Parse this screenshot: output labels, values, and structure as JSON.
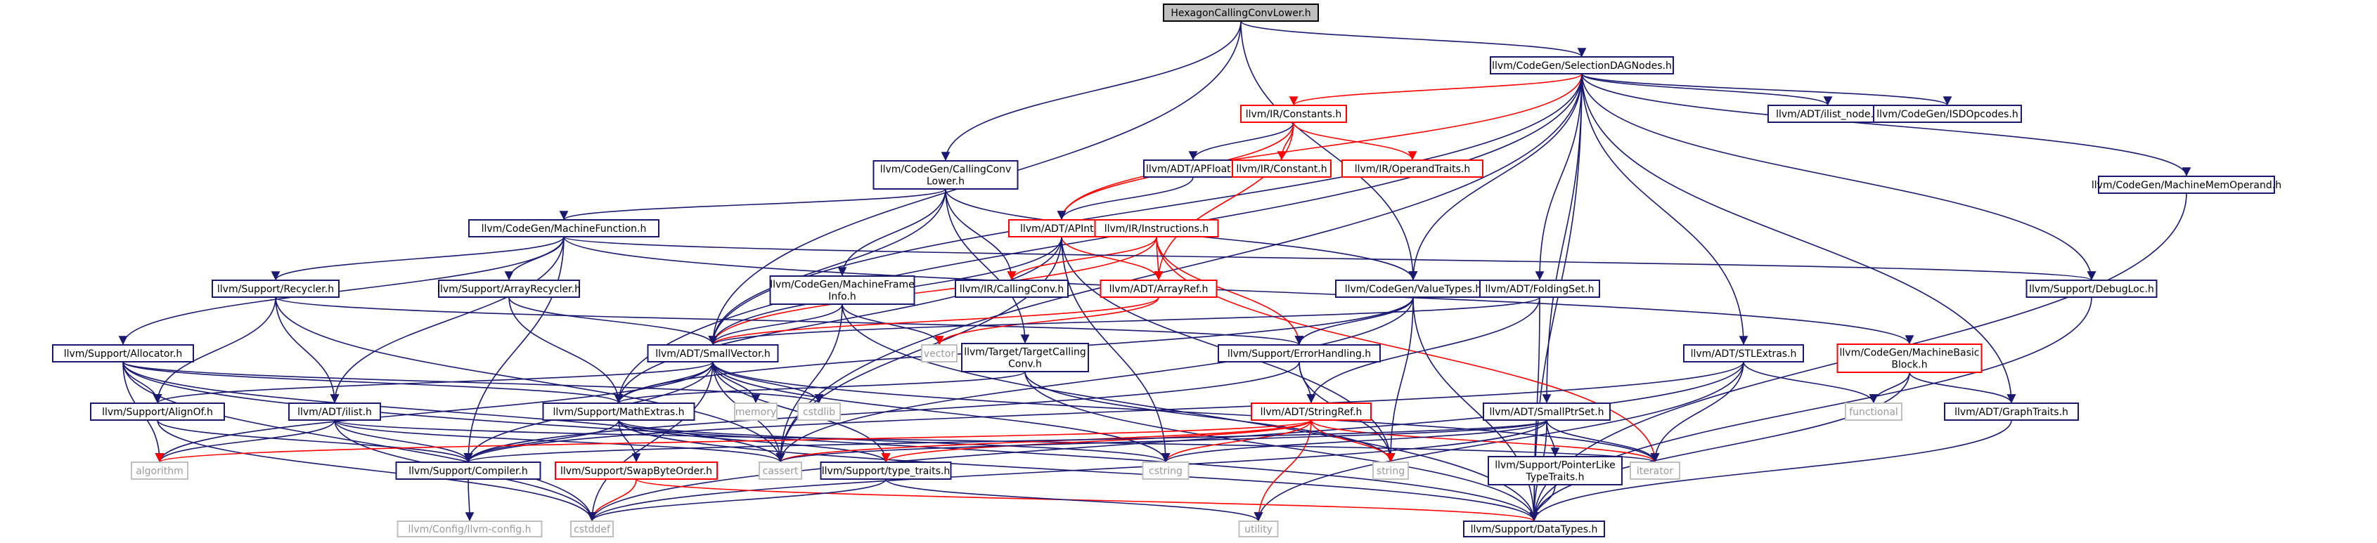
{
  "colors": {
    "black": "#191970",
    "red": "#ff0000",
    "gray": "#bfbfbf",
    "root_fill": "#bfbfbf",
    "edge": "#191970"
  },
  "nodes": {
    "root": {
      "lines": [
        "HexagonCallingConvLower.h"
      ],
      "type": "root"
    },
    "seldag": {
      "lines": [
        "llvm/CodeGen/SelectionDAGNodes.h"
      ],
      "type": "black"
    },
    "irconst": {
      "lines": [
        "llvm/IR/Constants.h"
      ],
      "type": "red"
    },
    "adtapfloat": {
      "lines": [
        "llvm/ADT/APFloat.h"
      ],
      "type": "black"
    },
    "irconstant": {
      "lines": [
        "llvm/IR/Constant.h"
      ],
      "type": "red"
    },
    "iroptraits": {
      "lines": [
        "llvm/IR/OperandTraits.h"
      ],
      "type": "red"
    },
    "ilistnode": {
      "lines": [
        "llvm/ADT/ilist_node.h"
      ],
      "type": "black"
    },
    "isdopcodes": {
      "lines": [
        "llvm/CodeGen/ISDOpcodes.h"
      ],
      "type": "black"
    },
    "machmemop": {
      "lines": [
        "llvm/CodeGen/MachineMemOperand.h"
      ],
      "type": "black"
    },
    "ccl": {
      "lines": [
        "llvm/CodeGen/CallingConv",
        "Lower.h"
      ],
      "type": "black"
    },
    "apint": {
      "lines": [
        "llvm/ADT/APInt.h"
      ],
      "type": "red"
    },
    "irinstr": {
      "lines": [
        "llvm/IR/Instructions.h"
      ],
      "type": "red"
    },
    "machfunc": {
      "lines": [
        "llvm/CodeGen/MachineFunction.h"
      ],
      "type": "black"
    },
    "debugloc": {
      "lines": [
        "llvm/Support/DebugLoc.h"
      ],
      "type": "black"
    },
    "recycler": {
      "lines": [
        "llvm/Support/Recycler.h"
      ],
      "type": "black"
    },
    "arrrecycler": {
      "lines": [
        "llvm/Support/ArrayRecycler.h"
      ],
      "type": "black"
    },
    "mfi": {
      "lines": [
        "llvm/CodeGen/MachineFrame",
        "Info.h"
      ],
      "type": "black"
    },
    "ircallconv": {
      "lines": [
        "llvm/IR/CallingConv.h"
      ],
      "type": "black"
    },
    "arrayref": {
      "lines": [
        "llvm/ADT/ArrayRef.h"
      ],
      "type": "red"
    },
    "valuetypes": {
      "lines": [
        "llvm/CodeGen/ValueTypes.h"
      ],
      "type": "black"
    },
    "foldingset": {
      "lines": [
        "llvm/ADT/FoldingSet.h"
      ],
      "type": "black"
    },
    "mbb": {
      "lines": [
        "llvm/CodeGen/MachineBasic",
        "Block.h"
      ],
      "type": "red"
    },
    "allocator": {
      "lines": [
        "llvm/Support/Allocator.h"
      ],
      "type": "black"
    },
    "smallvec": {
      "lines": [
        "llvm/ADT/SmallVector.h"
      ],
      "type": "black"
    },
    "vector": {
      "lines": [
        "vector"
      ],
      "type": "gray"
    },
    "ttcc": {
      "lines": [
        "llvm/Target/TargetCalling",
        "Conv.h"
      ],
      "type": "black"
    },
    "errhandling": {
      "lines": [
        "llvm/Support/ErrorHandling.h"
      ],
      "type": "black"
    },
    "stlextras": {
      "lines": [
        "llvm/ADT/STLExtras.h"
      ],
      "type": "black"
    },
    "alignof": {
      "lines": [
        "llvm/Support/AlignOf.h"
      ],
      "type": "black"
    },
    "ilist": {
      "lines": [
        "llvm/ADT/ilist.h"
      ],
      "type": "black"
    },
    "memory": {
      "lines": [
        "memory"
      ],
      "type": "gray"
    },
    "cstdlib": {
      "lines": [
        "cstdlib"
      ],
      "type": "gray"
    },
    "mathextras": {
      "lines": [
        "llvm/Support/MathExtras.h"
      ],
      "type": "black"
    },
    "stringref": {
      "lines": [
        "llvm/ADT/StringRef.h"
      ],
      "type": "red"
    },
    "smallptrset": {
      "lines": [
        "llvm/ADT/SmallPtrSet.h"
      ],
      "type": "black"
    },
    "functional": {
      "lines": [
        "functional"
      ],
      "type": "gray"
    },
    "graphtraits": {
      "lines": [
        "llvm/ADT/GraphTraits.h"
      ],
      "type": "black"
    },
    "algorithm": {
      "lines": [
        "algorithm"
      ],
      "type": "gray"
    },
    "compiler": {
      "lines": [
        "llvm/Support/Compiler.h"
      ],
      "type": "black"
    },
    "cassert": {
      "lines": [
        "cassert"
      ],
      "type": "gray"
    },
    "swapbyte": {
      "lines": [
        "llvm/Support/SwapByteOrder.h"
      ],
      "type": "red"
    },
    "typetraits": {
      "lines": [
        "llvm/Support/type_traits.h"
      ],
      "type": "black"
    },
    "cstring": {
      "lines": [
        "cstring"
      ],
      "type": "gray"
    },
    "string": {
      "lines": [
        "string"
      ],
      "type": "gray"
    },
    "ptrlike": {
      "lines": [
        "llvm/Support/PointerLike",
        "TypeTraits.h"
      ],
      "type": "black"
    },
    "iterator": {
      "lines": [
        "iterator"
      ],
      "type": "gray"
    },
    "llvmconfig": {
      "lines": [
        "llvm/Config/llvm-config.h"
      ],
      "type": "gray"
    },
    "cstddef": {
      "lines": [
        "cstddef"
      ],
      "type": "gray"
    },
    "utility": {
      "lines": [
        "utility"
      ],
      "type": "gray"
    },
    "datatypes": {
      "lines": [
        "llvm/Support/DataTypes.h"
      ],
      "type": "black"
    }
  },
  "edges": [
    [
      "root",
      "seldag",
      "black"
    ],
    [
      "root",
      "ccl",
      "black"
    ],
    [
      "root",
      "smallvec",
      "black"
    ],
    [
      "root",
      "valuetypes",
      "black"
    ],
    [
      "seldag",
      "irconst",
      "red"
    ],
    [
      "seldag",
      "ilistnode",
      "black"
    ],
    [
      "seldag",
      "isdopcodes",
      "black"
    ],
    [
      "seldag",
      "machmemop",
      "black"
    ],
    [
      "seldag",
      "apint",
      "red"
    ],
    [
      "seldag",
      "valuetypes",
      "black"
    ],
    [
      "seldag",
      "foldingset",
      "black"
    ],
    [
      "seldag",
      "stlextras",
      "black"
    ],
    [
      "seldag",
      "smallptrset",
      "black"
    ],
    [
      "seldag",
      "graphtraits",
      "black"
    ],
    [
      "seldag",
      "debugloc",
      "black"
    ],
    [
      "seldag",
      "datatypes",
      "black"
    ],
    [
      "seldag",
      "cassert",
      "black"
    ],
    [
      "seldag",
      "smallvec",
      "black"
    ],
    [
      "seldag",
      "mathextras",
      "black"
    ],
    [
      "irconst",
      "adtapfloat",
      "black"
    ],
    [
      "irconst",
      "irconstant",
      "red"
    ],
    [
      "irconst",
      "iroptraits",
      "red"
    ],
    [
      "irconst",
      "apint",
      "red"
    ],
    [
      "irconst",
      "arrayref",
      "red"
    ],
    [
      "adtapfloat",
      "apint",
      "black"
    ],
    [
      "machmemop",
      "datatypes",
      "black"
    ],
    [
      "ccl",
      "machfunc",
      "black"
    ],
    [
      "ccl",
      "mfi",
      "black"
    ],
    [
      "ccl",
      "ircallconv",
      "black"
    ],
    [
      "ccl",
      "ttcc",
      "black"
    ],
    [
      "ccl",
      "valuetypes",
      "black"
    ],
    [
      "ccl",
      "smallvec",
      "black"
    ],
    [
      "apint",
      "arrayref",
      "red"
    ],
    [
      "apint",
      "mathextras",
      "black"
    ],
    [
      "apint",
      "smallvec",
      "black"
    ],
    [
      "apint",
      "cassert",
      "black"
    ],
    [
      "apint",
      "cstring",
      "black"
    ],
    [
      "apint",
      "string",
      "black"
    ],
    [
      "irinstr",
      "ircallconv",
      "red"
    ],
    [
      "irinstr",
      "arrayref",
      "red"
    ],
    [
      "irinstr",
      "errhandling",
      "red"
    ],
    [
      "irinstr",
      "iterator",
      "red"
    ],
    [
      "irinstr",
      "smallvec",
      "red"
    ],
    [
      "machfunc",
      "recycler",
      "black"
    ],
    [
      "machfunc",
      "arrrecycler",
      "black"
    ],
    [
      "machfunc",
      "allocator",
      "black"
    ],
    [
      "machfunc",
      "ilist",
      "black"
    ],
    [
      "machfunc",
      "debugloc",
      "black"
    ],
    [
      "machfunc",
      "mbb",
      "black"
    ],
    [
      "machfunc",
      "compiler",
      "black"
    ],
    [
      "debugloc",
      "datatypes",
      "black"
    ],
    [
      "recycler",
      "alignof",
      "black"
    ],
    [
      "recycler",
      "ilist",
      "black"
    ],
    [
      "recycler",
      "errhandling",
      "black"
    ],
    [
      "recycler",
      "cassert",
      "black"
    ],
    [
      "arrrecycler",
      "smallvec",
      "black"
    ],
    [
      "arrrecycler",
      "mathextras",
      "black"
    ],
    [
      "mfi",
      "smallvec",
      "black"
    ],
    [
      "mfi",
      "vector",
      "black"
    ],
    [
      "mfi",
      "datatypes",
      "black"
    ],
    [
      "mfi",
      "cassert",
      "black"
    ],
    [
      "arrayref",
      "smallvec",
      "red"
    ],
    [
      "arrayref",
      "vector",
      "red"
    ],
    [
      "valuetypes",
      "errhandling",
      "black"
    ],
    [
      "valuetypes",
      "mathextras",
      "black"
    ],
    [
      "valuetypes",
      "datatypes",
      "black"
    ],
    [
      "valuetypes",
      "cassert",
      "black"
    ],
    [
      "valuetypes",
      "string",
      "black"
    ],
    [
      "foldingset",
      "smallvec",
      "black"
    ],
    [
      "foldingset",
      "stringref",
      "black"
    ],
    [
      "foldingset",
      "datatypes",
      "black"
    ],
    [
      "mbb",
      "functional",
      "black"
    ],
    [
      "mbb",
      "graphtraits",
      "black"
    ],
    [
      "mbb",
      "datatypes",
      "black"
    ],
    [
      "allocator",
      "alignof",
      "black"
    ],
    [
      "allocator",
      "mathextras",
      "black"
    ],
    [
      "allocator",
      "cstddef",
      "black"
    ],
    [
      "allocator",
      "cstdlib",
      "black"
    ],
    [
      "allocator",
      "algorithm",
      "black"
    ],
    [
      "allocator",
      "datatypes",
      "black"
    ],
    [
      "allocator",
      "cassert",
      "black"
    ],
    [
      "smallvec",
      "alignof",
      "black"
    ],
    [
      "smallvec",
      "mathextras",
      "black"
    ],
    [
      "smallvec",
      "memory",
      "black"
    ],
    [
      "smallvec",
      "cstdlib",
      "black"
    ],
    [
      "smallvec",
      "algorithm",
      "black"
    ],
    [
      "smallvec",
      "compiler",
      "black"
    ],
    [
      "smallvec",
      "cassert",
      "black"
    ],
    [
      "smallvec",
      "typetraits",
      "black"
    ],
    [
      "smallvec",
      "cstring",
      "black"
    ],
    [
      "smallvec",
      "iterator",
      "black"
    ],
    [
      "smallvec",
      "cstddef",
      "black"
    ],
    [
      "ttcc",
      "mathextras",
      "black"
    ],
    [
      "ttcc",
      "datatypes",
      "black"
    ],
    [
      "ttcc",
      "string",
      "black"
    ],
    [
      "errhandling",
      "stringref",
      "black"
    ],
    [
      "errhandling",
      "compiler",
      "black"
    ],
    [
      "errhandling",
      "string",
      "black"
    ],
    [
      "stlextras",
      "functional",
      "black"
    ],
    [
      "stlextras",
      "iterator",
      "black"
    ],
    [
      "stlextras",
      "utility",
      "black"
    ],
    [
      "stlextras",
      "cstddef",
      "black"
    ],
    [
      "stlextras",
      "compiler",
      "black"
    ],
    [
      "alignof",
      "compiler",
      "black"
    ],
    [
      "alignof",
      "cstddef",
      "black"
    ],
    [
      "ilist",
      "algorithm",
      "black"
    ],
    [
      "ilist",
      "compiler",
      "black"
    ],
    [
      "ilist",
      "cassert",
      "black"
    ],
    [
      "ilist",
      "cstddef",
      "black"
    ],
    [
      "ilist",
      "iterator",
      "black"
    ],
    [
      "mathextras",
      "compiler",
      "black"
    ],
    [
      "mathextras",
      "swapbyte",
      "black"
    ],
    [
      "mathextras",
      "typetraits",
      "black"
    ],
    [
      "mathextras",
      "cstring",
      "black"
    ],
    [
      "mathextras",
      "datatypes",
      "black"
    ],
    [
      "stringref",
      "algorithm",
      "red"
    ],
    [
      "stringref",
      "cassert",
      "red"
    ],
    [
      "stringref",
      "cstring",
      "red"
    ],
    [
      "stringref",
      "string",
      "red"
    ],
    [
      "stringref",
      "utility",
      "red"
    ],
    [
      "stringref",
      "typetraits",
      "red"
    ],
    [
      "stringref",
      "iterator",
      "red"
    ],
    [
      "smallptrset",
      "cassert",
      "black"
    ],
    [
      "smallptrset",
      "cstring",
      "black"
    ],
    [
      "smallptrset",
      "iterator",
      "black"
    ],
    [
      "smallptrset",
      "ptrlike",
      "black"
    ],
    [
      "smallptrset",
      "datatypes",
      "black"
    ],
    [
      "smallptrset",
      "compiler",
      "black"
    ],
    [
      "smallptrset",
      "cstddef",
      "black"
    ],
    [
      "graphtraits",
      "datatypes",
      "black"
    ],
    [
      "compiler",
      "llvmconfig",
      "black"
    ],
    [
      "swapbyte",
      "cstddef",
      "red"
    ],
    [
      "swapbyte",
      "datatypes",
      "red"
    ],
    [
      "typetraits",
      "cstddef",
      "black"
    ],
    [
      "typetraits",
      "utility",
      "black"
    ],
    [
      "ptrlike",
      "datatypes",
      "black"
    ]
  ]
}
